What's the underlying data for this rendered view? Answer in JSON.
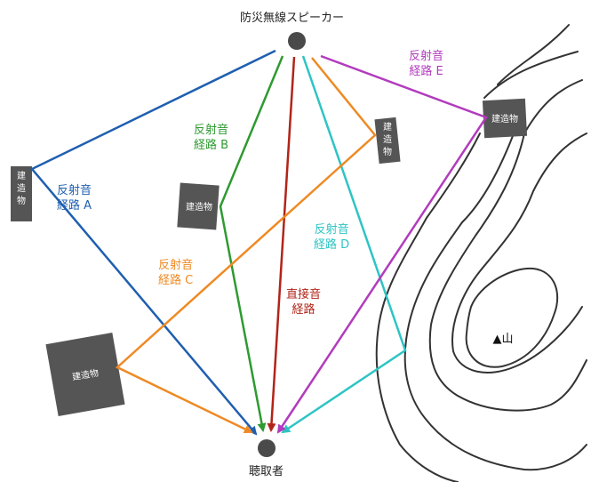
{
  "speaker_label": "防災無線スピーカー",
  "listener_label": "聴取者",
  "building_label": "建造物",
  "building_vertical_label": "建\n造\n物",
  "mountain_label": "▲山",
  "colors": {
    "path_a": "#1f5fb0",
    "path_b": "#2e9a30",
    "path_c": "#ee8a24",
    "path_d": "#2ec4c4",
    "path_e": "#b23bbd",
    "direct": "#b22418",
    "building": "#555555",
    "node": "#4a4a4a",
    "contour": "#333333"
  },
  "paths": {
    "a": {
      "line1": "反射音",
      "line2": "経路 A"
    },
    "b": {
      "line1": "反射音",
      "line2": "経路 B"
    },
    "c": {
      "line1": "反射音",
      "line2": "経路 C"
    },
    "d": {
      "line1": "反射音",
      "line2": "経路 D"
    },
    "e": {
      "line1": "反射音",
      "line2": "経路 E"
    },
    "direct": {
      "line1": "直接音",
      "line2": "経路"
    }
  }
}
